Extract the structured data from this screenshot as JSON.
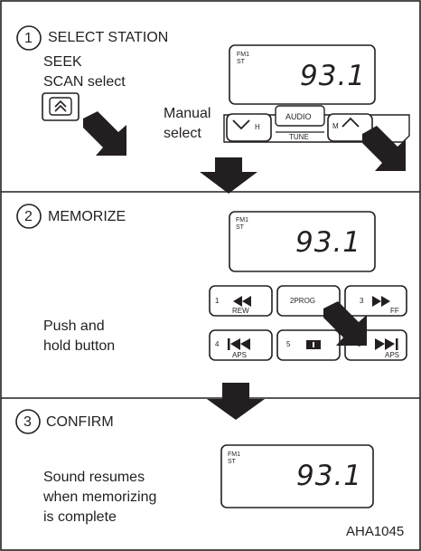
{
  "steps": [
    {
      "number": "1",
      "title": "SELECT STATION"
    },
    {
      "number": "2",
      "title": "MEMORIZE"
    },
    {
      "number": "3",
      "title": "CONFIRM"
    }
  ],
  "step1": {
    "seek_label": "SEEK",
    "scan_label": "SCAN select",
    "manual_line1": "Manual",
    "manual_line2": "select",
    "display": {
      "band": "FM1",
      "stereo": "ST",
      "frequency": "93.1"
    },
    "tune_buttons": {
      "down_letter": "H",
      "audio_label": "AUDIO",
      "tune_label": "TUNE",
      "up_letter": "M"
    }
  },
  "step2": {
    "instruction_line1": "Push and",
    "instruction_line2": "hold button",
    "display": {
      "band": "FM1",
      "stereo": "ST",
      "frequency": "93.1"
    },
    "preset_buttons": [
      {
        "number": "1",
        "sub": "REW"
      },
      {
        "number": "",
        "sub": "2PROG"
      },
      {
        "number": "3",
        "sub": "FF"
      },
      {
        "number": "4",
        "sub": "APS"
      },
      {
        "number": "5",
        "sub": ""
      },
      {
        "number": "6",
        "sub": "APS"
      }
    ]
  },
  "step3": {
    "line1": "Sound resumes",
    "line2": "when memorizing",
    "line3": "is complete",
    "display": {
      "band": "FM1",
      "stereo": "ST",
      "frequency": "93.1"
    }
  },
  "figure_code": "AHA1045",
  "colors": {
    "ink": "#231f20",
    "background": "#ffffff"
  }
}
